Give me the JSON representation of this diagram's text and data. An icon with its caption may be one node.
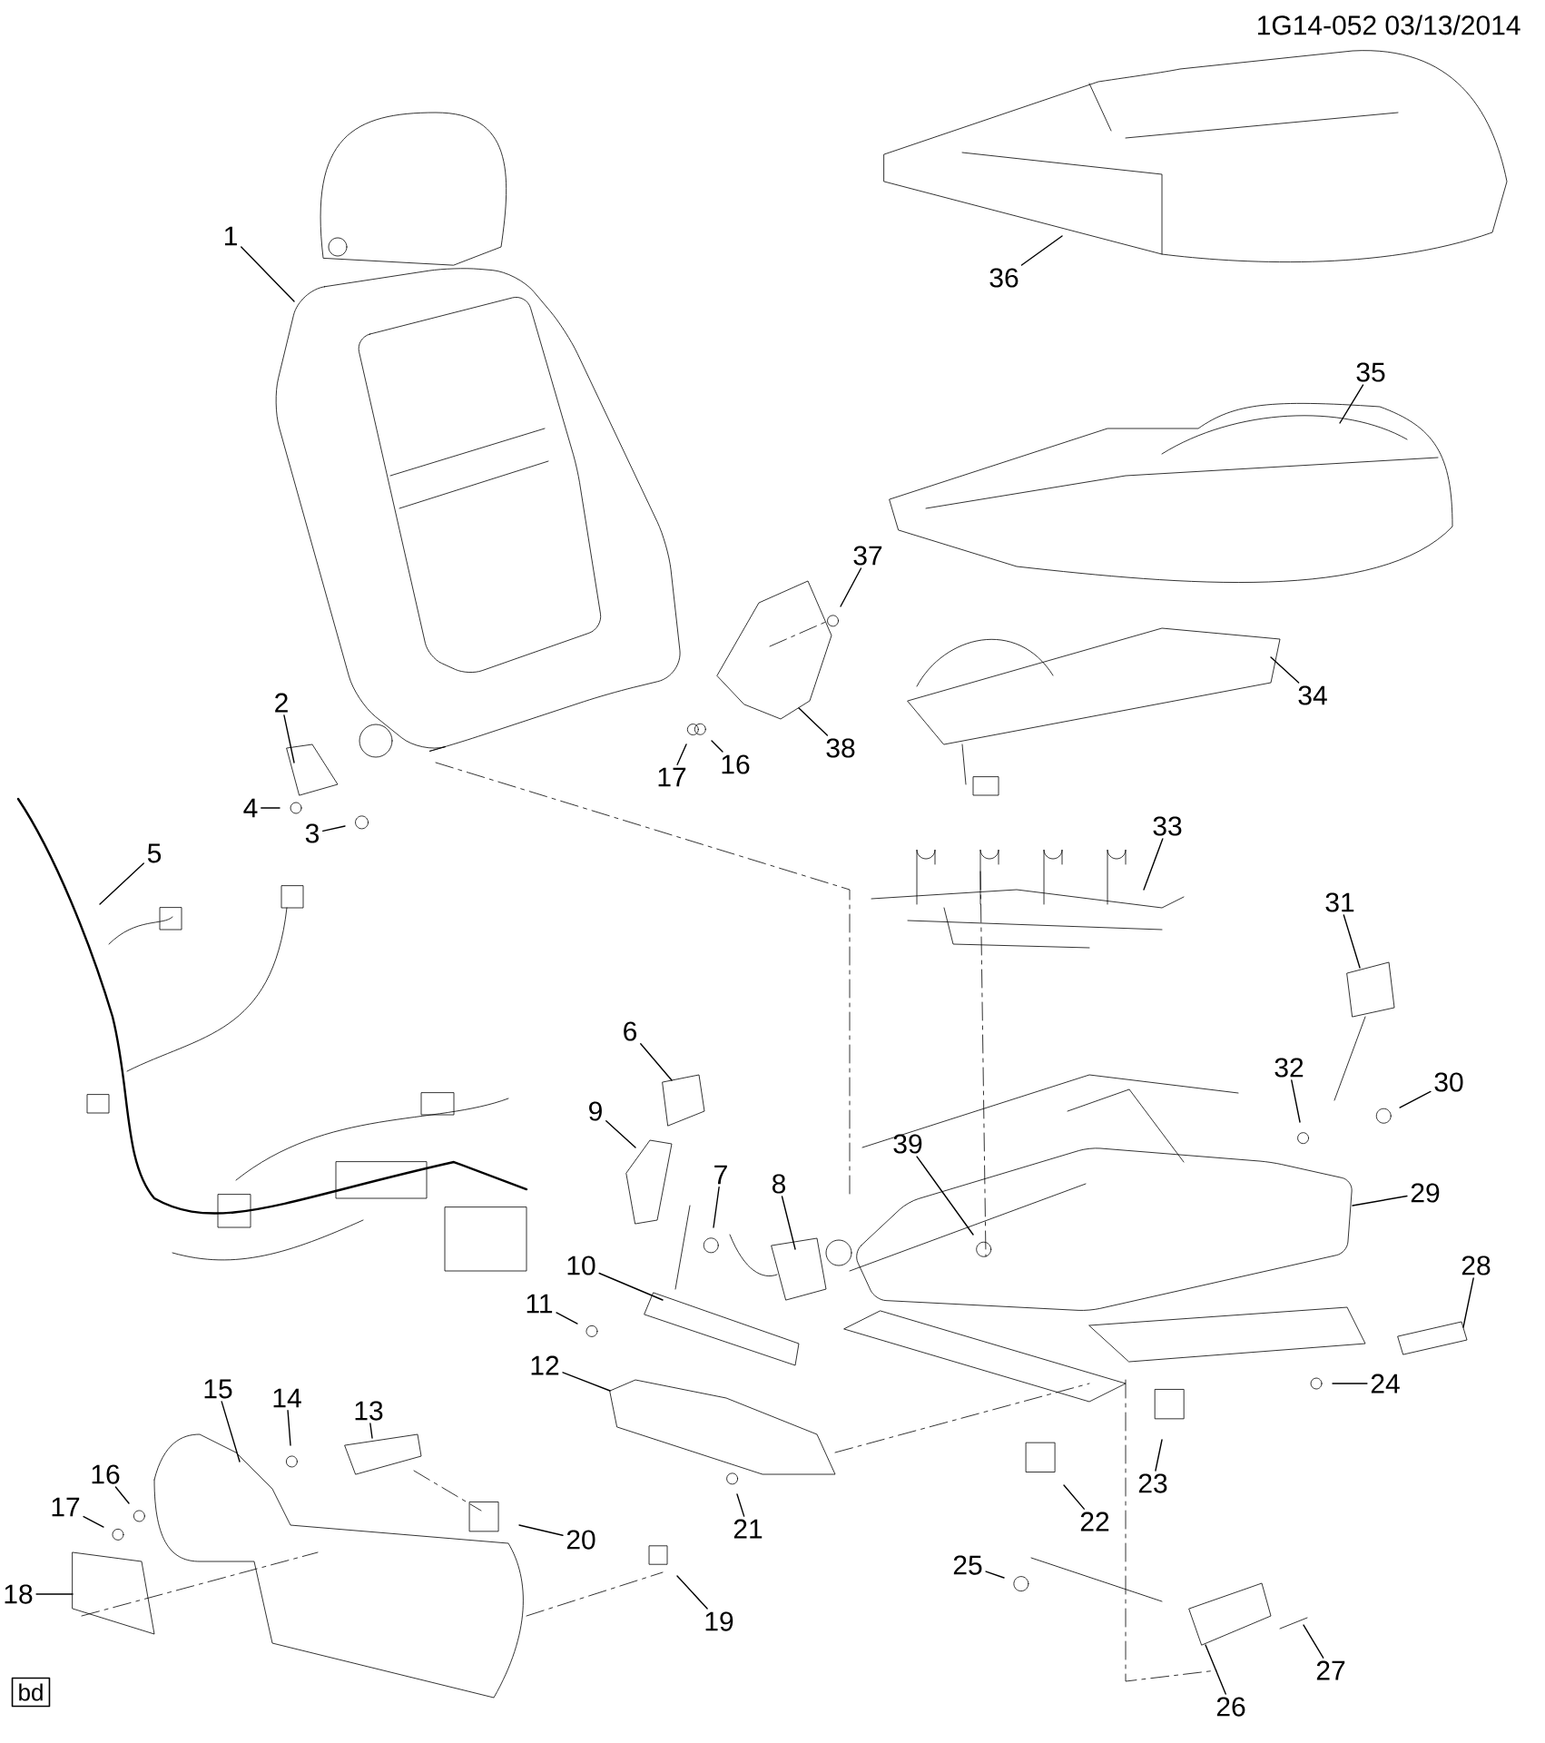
{
  "diagram": {
    "nodes": [
      {
        "text": [
          "1"
        ]
      },
      {
        "text": [
          "36"
        ]
      },
      {
        "text": [
          "35"
        ]
      },
      {
        "text": [
          "37"
        ]
      },
      {
        "text": [
          "34"
        ]
      },
      {
        "text": [
          "2"
        ]
      },
      {
        "text": [
          "38"
        ]
      },
      {
        "text": [
          "16"
        ]
      },
      {
        "text": [
          "17"
        ]
      },
      {
        "text": [
          "4"
        ]
      },
      {
        "text": [
          "33"
        ]
      },
      {
        "text": [
          "3"
        ]
      },
      {
        "text": [
          "5"
        ]
      },
      {
        "text": [
          "31"
        ]
      },
      {
        "text": [
          "6"
        ]
      },
      {
        "text": [
          "32"
        ]
      },
      {
        "text": [
          "30"
        ]
      },
      {
        "text": [
          "9"
        ]
      },
      {
        "text": [
          "39"
        ]
      },
      {
        "text": [
          "7"
        ]
      },
      {
        "text": [
          "8"
        ]
      },
      {
        "text": [
          "29"
        ]
      },
      {
        "text": [
          "10"
        ]
      },
      {
        "text": [
          "28"
        ]
      },
      {
        "text": [
          "11"
        ]
      },
      {
        "text": [
          "12"
        ]
      },
      {
        "text": [
          "24"
        ]
      },
      {
        "text": [
          "15"
        ]
      },
      {
        "text": [
          "14"
        ]
      },
      {
        "text": [
          "13"
        ]
      },
      {
        "text": [
          "16"
        ]
      },
      {
        "text": [
          "23"
        ]
      },
      {
        "text": [
          "17"
        ]
      },
      {
        "text": [
          "22"
        ]
      },
      {
        "text": [
          "21"
        ]
      },
      {
        "text": [
          "20"
        ]
      },
      {
        "text": [
          "25"
        ]
      },
      {
        "text": [
          "18"
        ]
      },
      {
        "text": [
          "19"
        ]
      },
      {
        "text": [
          "27"
        ]
      },
      {
        "text": [
          "bd"
        ]
      },
      {
        "text": [
          "26"
        ]
      }
    ],
    "edges": [
      {
        "from": 0,
        "to": null,
        "arrow": "none"
      },
      {
        "from": 1,
        "to": null,
        "arrow": "none"
      },
      {
        "from": 2,
        "to": null,
        "arrow": "none"
      },
      {
        "from": 3,
        "to": null,
        "arrow": "none"
      },
      {
        "from": 4,
        "to": null,
        "arrow": "none"
      },
      {
        "from": 5,
        "to": null,
        "arrow": "none"
      },
      {
        "from": 6,
        "to": null,
        "arrow": "none"
      },
      {
        "from": 7,
        "to": null,
        "arrow": "none"
      },
      {
        "from": 8,
        "to": null,
        "arrow": "none"
      },
      {
        "from": 9,
        "to": null,
        "arrow": "none"
      },
      {
        "from": 10,
        "to": null,
        "arrow": "none"
      },
      {
        "from": 11,
        "to": null,
        "arrow": "none"
      },
      {
        "from": 12,
        "to": null,
        "arrow": "none"
      },
      {
        "from": 13,
        "to": null,
        "arrow": "none"
      },
      {
        "from": 14,
        "to": null,
        "arrow": "none"
      },
      {
        "from": 15,
        "to": null,
        "arrow": "none"
      },
      {
        "from": 16,
        "to": null,
        "arrow": "none"
      },
      {
        "from": 17,
        "to": null,
        "arrow": "none"
      },
      {
        "from": 18,
        "to": null,
        "arrow": "none"
      },
      {
        "from": 19,
        "to": null,
        "arrow": "none"
      },
      {
        "from": 20,
        "to": null,
        "arrow": "none"
      },
      {
        "from": 21,
        "to": null,
        "arrow": "none"
      },
      {
        "from": 22,
        "to": null,
        "arrow": "none"
      },
      {
        "from": 23,
        "to": null,
        "arrow": "none"
      },
      {
        "from": 24,
        "to": null,
        "arrow": "none"
      },
      {
        "from": 25,
        "to": null,
        "arrow": "none"
      },
      {
        "from": 26,
        "to": null,
        "arrow": "none"
      },
      {
        "from": 27,
        "to": null,
        "arrow": "none"
      },
      {
        "from": 28,
        "to": null,
        "arrow": "none"
      },
      {
        "from": 29,
        "to": null,
        "arrow": "none"
      },
      {
        "from": 30,
        "to": null,
        "arrow": "none"
      },
      {
        "from": 31,
        "to": null,
        "arrow": "none"
      },
      {
        "from": 32,
        "to": null,
        "arrow": "none"
      },
      {
        "from": 33,
        "to": null,
        "arrow": "none"
      },
      {
        "from": 34,
        "to": null,
        "arrow": "none"
      },
      {
        "from": 35,
        "to": null,
        "arrow": "none"
      },
      {
        "from": 36,
        "to": null,
        "arrow": "none"
      },
      {
        "from": 37,
        "to": null,
        "arrow": "none"
      },
      {
        "from": 38,
        "to": null,
        "arrow": "none"
      },
      {
        "from": 39,
        "to": null,
        "arrow": "none"
      },
      {
        "from": 41,
        "to": null,
        "arrow": "none"
      }
    ],
    "labels": [
      "1G14-052 03/13/2014"
    ]
  }
}
